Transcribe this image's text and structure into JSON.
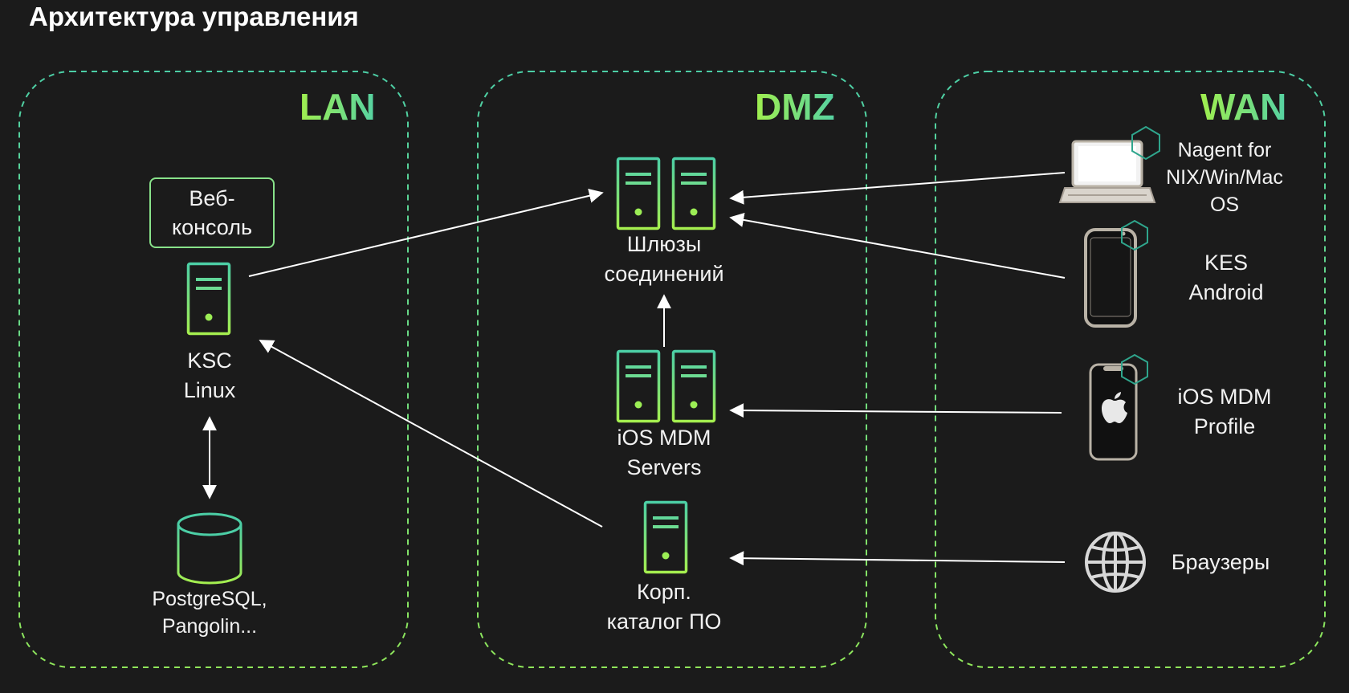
{
  "title": "Архитектура управления",
  "zones": {
    "lan": "LAN",
    "dmz": "DMZ",
    "wan": "WAN"
  },
  "lan": {
    "web_console": [
      "Веб-",
      "консоль"
    ],
    "ksc": [
      "KSC",
      "Linux"
    ],
    "database": [
      "PostgreSQL,",
      "Pangolin..."
    ]
  },
  "dmz": {
    "gateways": [
      "Шлюзы",
      "соединений"
    ],
    "ios_mdm": [
      "iOS MDM",
      "Servers"
    ],
    "catalog": [
      "Корп.",
      "каталог ПО"
    ]
  },
  "wan": {
    "nagent": [
      "Nagent for",
      "NIX/Win/Mac",
      "OS"
    ],
    "kes_android": [
      "KES",
      "Android"
    ],
    "ios_profile": [
      "iOS MDM",
      "Profile"
    ],
    "browsers": "Браузеры"
  },
  "colors": {
    "background": "#1b1b1b",
    "accent_green": "#a0ef4e",
    "accent_teal": "#55d2a3",
    "zone_border": "#6fd49a",
    "text": "#f2f2f2",
    "arrow": "#ffffff",
    "device_gray": "#b9b2a6"
  },
  "icons": {
    "server": "server-icon",
    "database": "database-icon",
    "laptop": "laptop-icon",
    "android_phone": "android-phone-icon",
    "iphone": "iphone-icon",
    "apple": "apple-logo-icon",
    "globe": "globe-icon",
    "agent_badge": "hexagon-badge-icon"
  }
}
